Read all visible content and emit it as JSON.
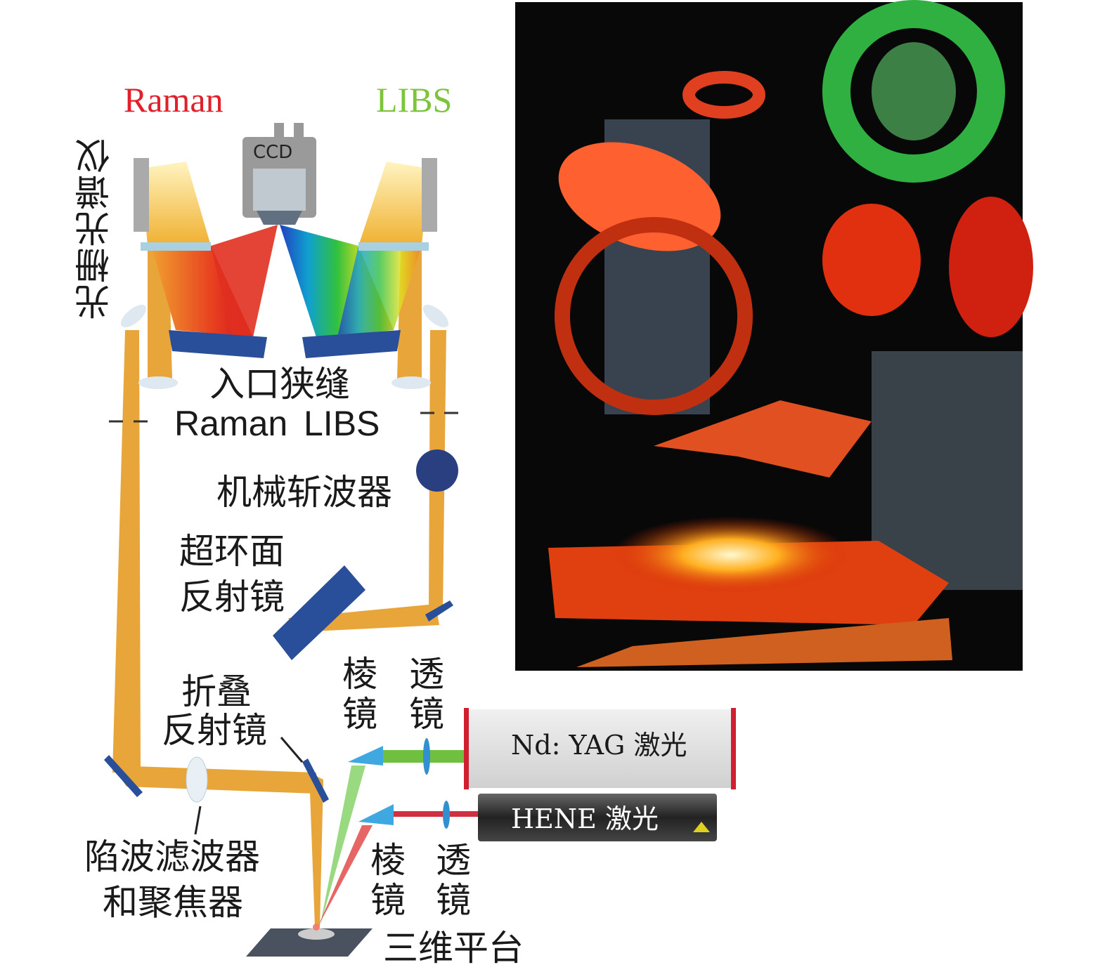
{
  "title_raman": "Raman",
  "title_libs": "LIBS",
  "ccd": "CCD",
  "spectrometer": "光栅光谱仪",
  "entrance_slit": "入口狭缝",
  "slit_raman": "Raman",
  "slit_libs": "LIBS",
  "chopper": "机械斩波器",
  "toroidal_mirror": [
    "超环面",
    "反射镜"
  ],
  "fold_mirror": [
    "折叠",
    "反射镜"
  ],
  "prism_top": [
    "棱",
    "镜"
  ],
  "lens_top": [
    "透",
    "镜"
  ],
  "prism_bottom": [
    "棱",
    "镜"
  ],
  "lens_bottom": [
    "透",
    "镜"
  ],
  "yag_laser": "Nd: YAG 激光",
  "hene_laser": "HENE 激光",
  "notch_filter": [
    "陷波滤波器",
    "和聚焦器"
  ],
  "stage": "三维平台",
  "colors": {
    "raman": "#e0202a",
    "libs": "#7cc43a",
    "beam": "#e8a63a",
    "mirror": "#2a4f9a"
  }
}
